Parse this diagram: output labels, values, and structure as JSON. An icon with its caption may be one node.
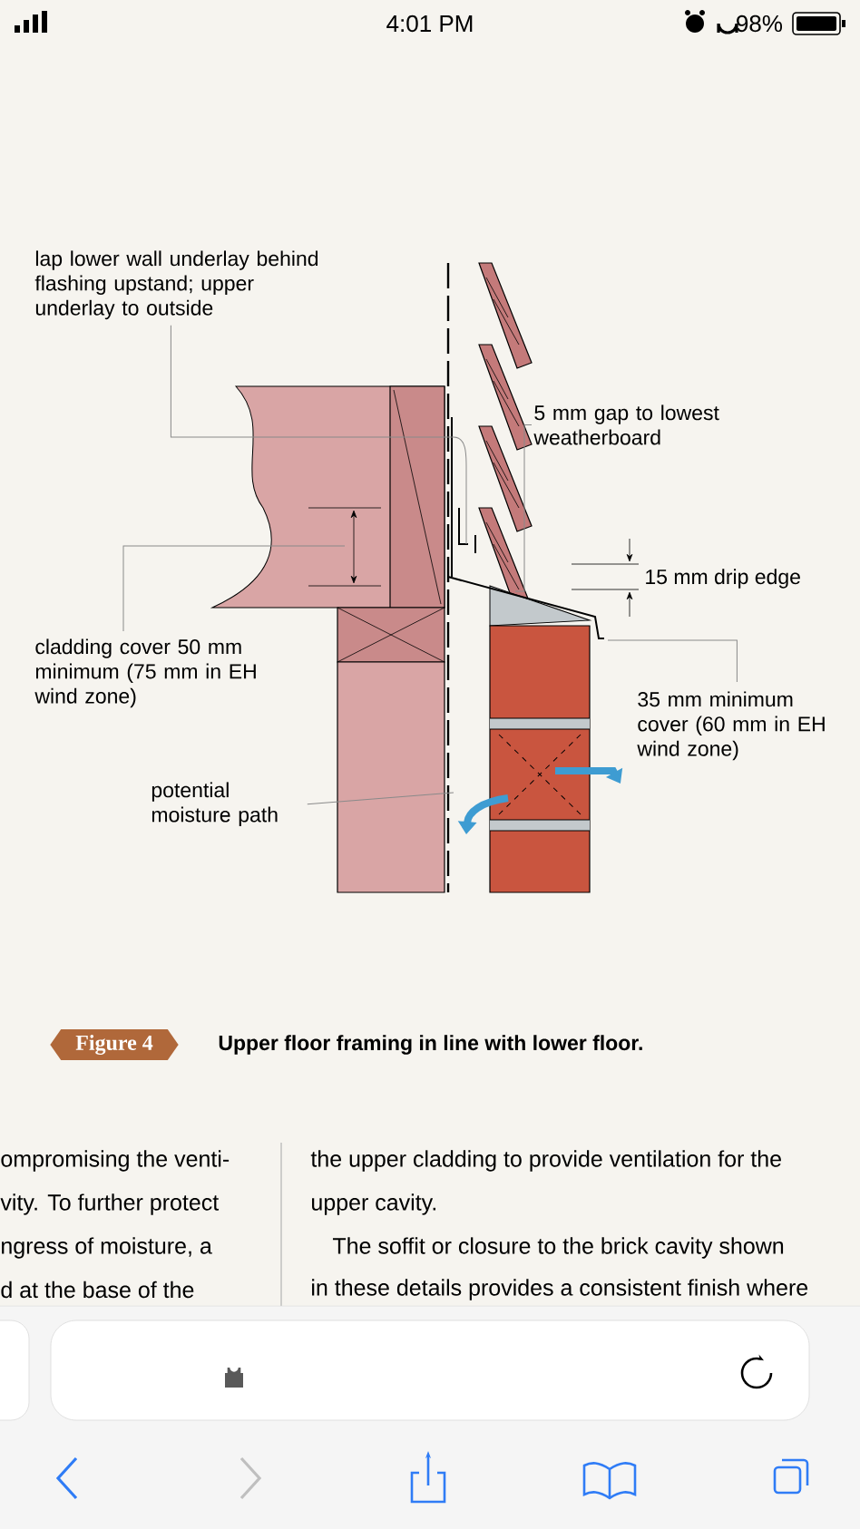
{
  "diagram": {
    "caption": "Upper floor framing in line with lower floor.",
    "nodes": [
      {
        "text": [
          "lap lower wall underlay behind flashing upstand; upper underlay to outside"
        ]
      },
      {
        "text": [
          "5 mm gap to lowest weatherboard"
        ]
      },
      {
        "text": [
          "cladding cover 50 mm minimum (75 mm in EH wind zone)"
        ]
      },
      {
        "text": [
          "35 mm minimum cover (60 mm in EH wind zone)"
        ]
      },
      {
        "text": [
          "potential moisture path"
        ]
      },
      {
        "text": [
          "Figure 4"
        ]
      }
    ],
    "edges": [
      {
        "from": 0,
        "to": null,
        "arrow": "none"
      },
      {
        "from": 1,
        "to": null,
        "arrow": "none"
      },
      {
        "from": 2,
        "to": null,
        "arrow": "none"
      },
      {
        "from": 3,
        "to": null,
        "arrow": "none"
      },
      {
        "from": 4,
        "to": null,
        "arrow": "none"
      }
    ],
    "labels": [
      "4:01 PM",
      "98%",
      "15 mm drip edge",
      "ompromising the venti-",
      "vity. To further protect",
      "ngress of moisture, a",
      "d at the base of the",
      "the upper cladding to provide ventilation for the",
      "upper cavity.",
      "The soffit or closure to the brick cavity shown",
      "in these details provides a consistent finish where"
    ]
  }
}
